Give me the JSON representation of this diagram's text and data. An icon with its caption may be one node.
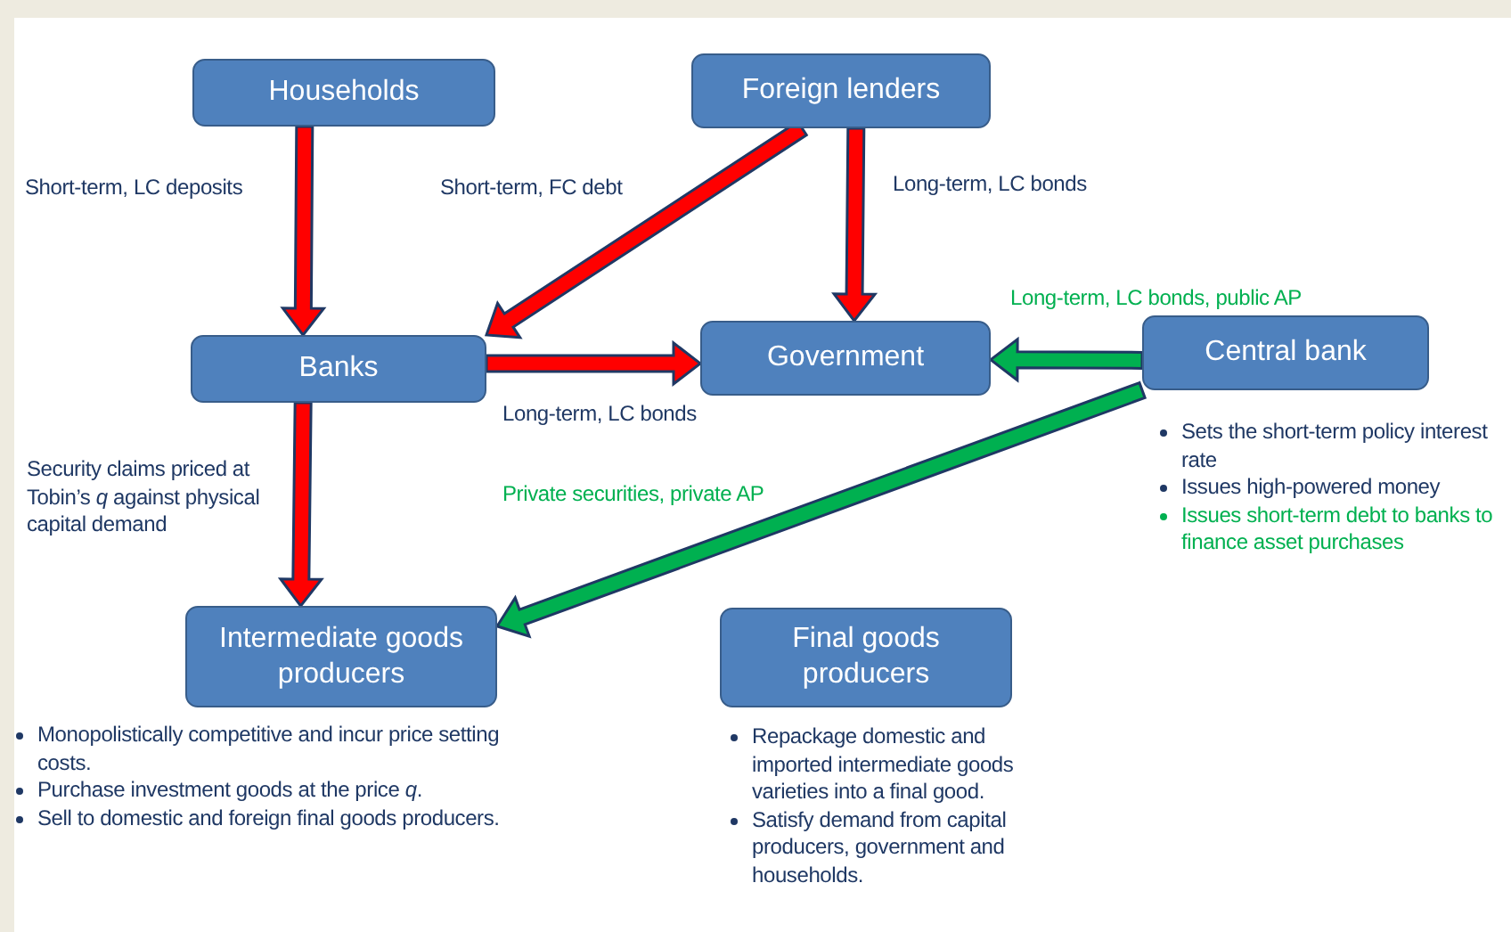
{
  "diagram": {
    "nodes": [
      {
        "text": [
          "Households"
        ]
      },
      {
        "text": [
          "Foreign lenders"
        ]
      },
      {
        "text": [
          "Banks"
        ]
      },
      {
        "text": [
          "Government"
        ]
      },
      {
        "text": [
          "Central bank"
        ],
        "beside": [
          "Sets the short-term policy interest rate",
          "Issues high-powered money",
          "Issues short-term debt to banks to finance asset purchases"
        ]
      },
      {
        "text": [
          "Intermediate goods producers"
        ],
        "beside": [
          "Monopolistically competitive and incur price setting costs.",
          "Purchase investment goods at the price *q*.",
          "Sell to domestic and foreign final goods producers."
        ]
      },
      {
        "text": [
          "Final goods producers"
        ],
        "beside": [
          "Repackage domestic and imported intermediate goods varieties into a final good.",
          "Satisfy demand from capital producers, government and households."
        ]
      }
    ],
    "edges": [
      {
        "from": 0,
        "to": 2,
        "arrow": "to",
        "label": "Short-term, LC deposits"
      },
      {
        "from": 1,
        "to": 2,
        "arrow": "to",
        "label": "Short-term, FC debt"
      },
      {
        "from": 1,
        "to": 3,
        "arrow": "to",
        "label": "Long-term, LC bonds"
      },
      {
        "from": 2,
        "to": 3,
        "arrow": "to",
        "label": "Long-term, LC bonds"
      },
      {
        "from": 4,
        "to": 3,
        "arrow": "to",
        "label": "Long-term, LC bonds, public AP",
        "color": "#00b050"
      },
      {
        "from": 2,
        "to": 5,
        "arrow": "to",
        "label": "Security claims priced at Tobin’s *q* against physical capital demand"
      },
      {
        "from": 4,
        "to": 5,
        "arrow": "to",
        "label": "Private securities, private AP",
        "color": "#00b050"
      }
    ]
  }
}
